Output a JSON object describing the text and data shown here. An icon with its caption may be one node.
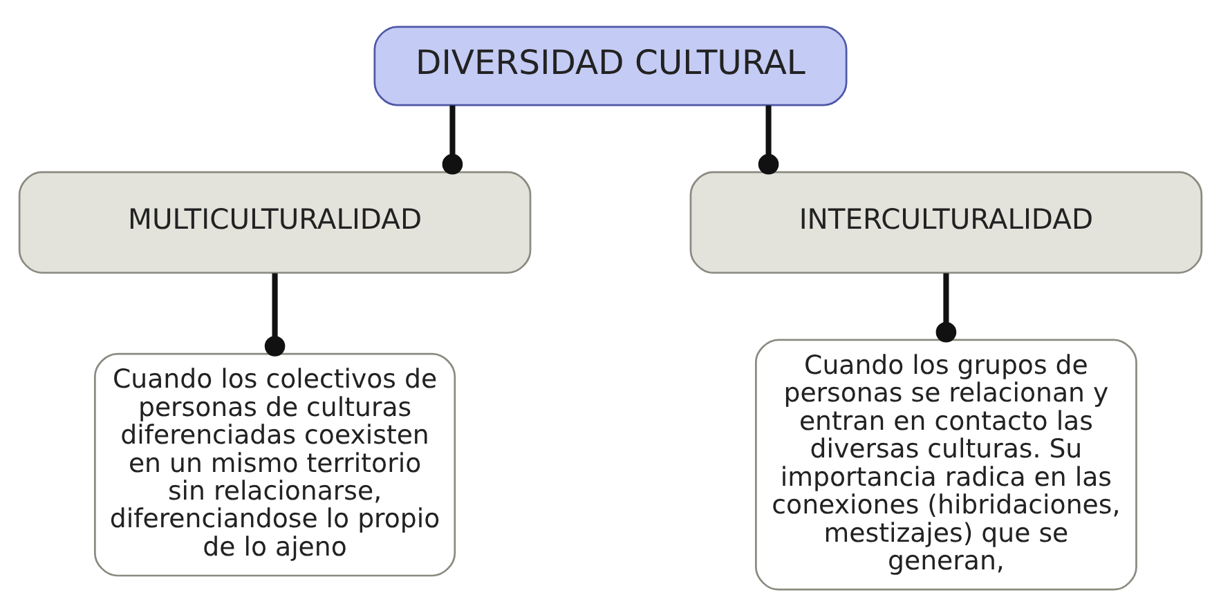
{
  "diagram": {
    "nodes": [
      {
        "text": [
          "DIVERSIDAD CULTURAL"
        ]
      },
      {
        "text": [
          "MULTICULTURALIDAD"
        ]
      },
      {
        "text": [
          "INTERCULTURALIDAD"
        ]
      },
      {
        "text": [
          "Cuando los colectivos de personas de culturas diferenciadas coexisten en un mismo territorio sin relacionarse, diferenciandose lo propio de lo ajeno"
        ]
      },
      {
        "text": [
          "Cuando los grupos de personas se relacionan y entran en contacto las diversas culturas. Su importancia radica en las conexiones (hibridaciones, mestizajes) que se generan,"
        ]
      }
    ],
    "edges": [
      {
        "from": 0,
        "to": 1,
        "arrow": "other"
      },
      {
        "from": 0,
        "to": 2,
        "arrow": "other"
      },
      {
        "from": 1,
        "to": 3,
        "arrow": "other"
      },
      {
        "from": 2,
        "to": 4,
        "arrow": "other"
      }
    ]
  }
}
